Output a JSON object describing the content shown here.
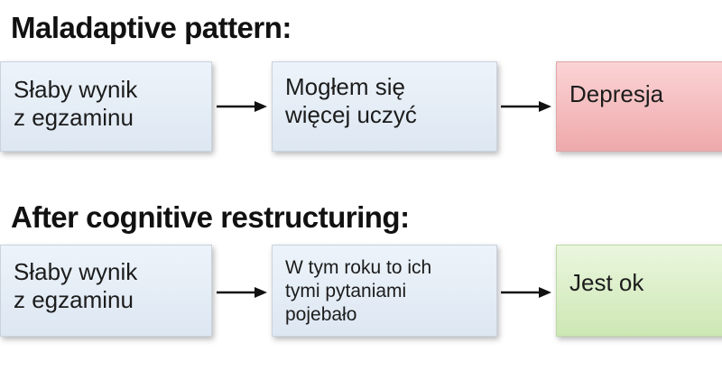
{
  "sections": [
    {
      "heading": "Maladaptive pattern:",
      "boxes": [
        {
          "lines": [
            "Słaby wynik",
            "z egzaminu"
          ],
          "tone": "neutral"
        },
        {
          "lines": [
            "Mogłem się",
            "więcej uczyć"
          ],
          "tone": "neutral"
        },
        {
          "lines": [
            "Depresja"
          ],
          "tone": "negative"
        }
      ]
    },
    {
      "heading": "After cognitive restructuring:",
      "boxes": [
        {
          "lines": [
            "Słaby wynik",
            "z egzaminu"
          ],
          "tone": "neutral"
        },
        {
          "lines": [
            "W tym roku to ich",
            "tymi pytaniami",
            "pojebało"
          ],
          "tone": "neutral"
        },
        {
          "lines": [
            "Jest ok"
          ],
          "tone": "positive"
        }
      ]
    }
  ],
  "colors": {
    "neutral_box": "#e4ecf5",
    "negative_box": "#f3b8ba",
    "positive_box": "#d8edc4",
    "arrow": "#111111"
  },
  "icons": {
    "arrow": "arrow-right-icon"
  }
}
